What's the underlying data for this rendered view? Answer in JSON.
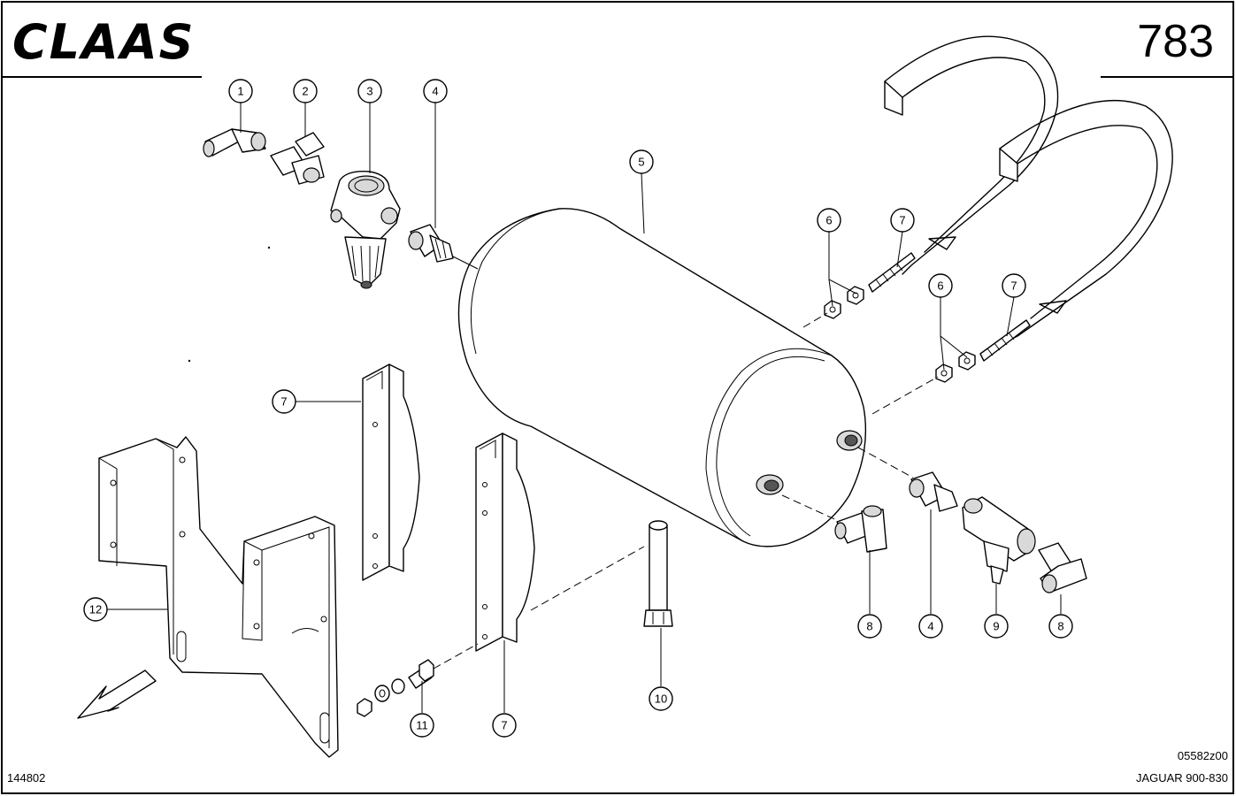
{
  "header": {
    "brand": "CLAAS",
    "page_number": "783"
  },
  "footer": {
    "left_code": "144802",
    "drawing_code": "05582z00",
    "model": "JAGUAR 900-830"
  },
  "callouts": [
    {
      "id": "c1",
      "label": "1"
    },
    {
      "id": "c2",
      "label": "2"
    },
    {
      "id": "c3",
      "label": "3"
    },
    {
      "id": "c4a",
      "label": "4"
    },
    {
      "id": "c5",
      "label": "5"
    },
    {
      "id": "c6a",
      "label": "6"
    },
    {
      "id": "c7a",
      "label": "7"
    },
    {
      "id": "c6b",
      "label": "6"
    },
    {
      "id": "c7b",
      "label": "7"
    },
    {
      "id": "c7c",
      "label": "7"
    },
    {
      "id": "c8a",
      "label": "8"
    },
    {
      "id": "c4b",
      "label": "4"
    },
    {
      "id": "c9",
      "label": "9"
    },
    {
      "id": "c8b",
      "label": "8"
    },
    {
      "id": "c12",
      "label": "12"
    },
    {
      "id": "c10",
      "label": "10"
    },
    {
      "id": "c11",
      "label": "11"
    },
    {
      "id": "c7d",
      "label": "7"
    }
  ],
  "colors": {
    "ink": "#000000",
    "paper": "#ffffff",
    "shade": "#d9d9d9"
  }
}
